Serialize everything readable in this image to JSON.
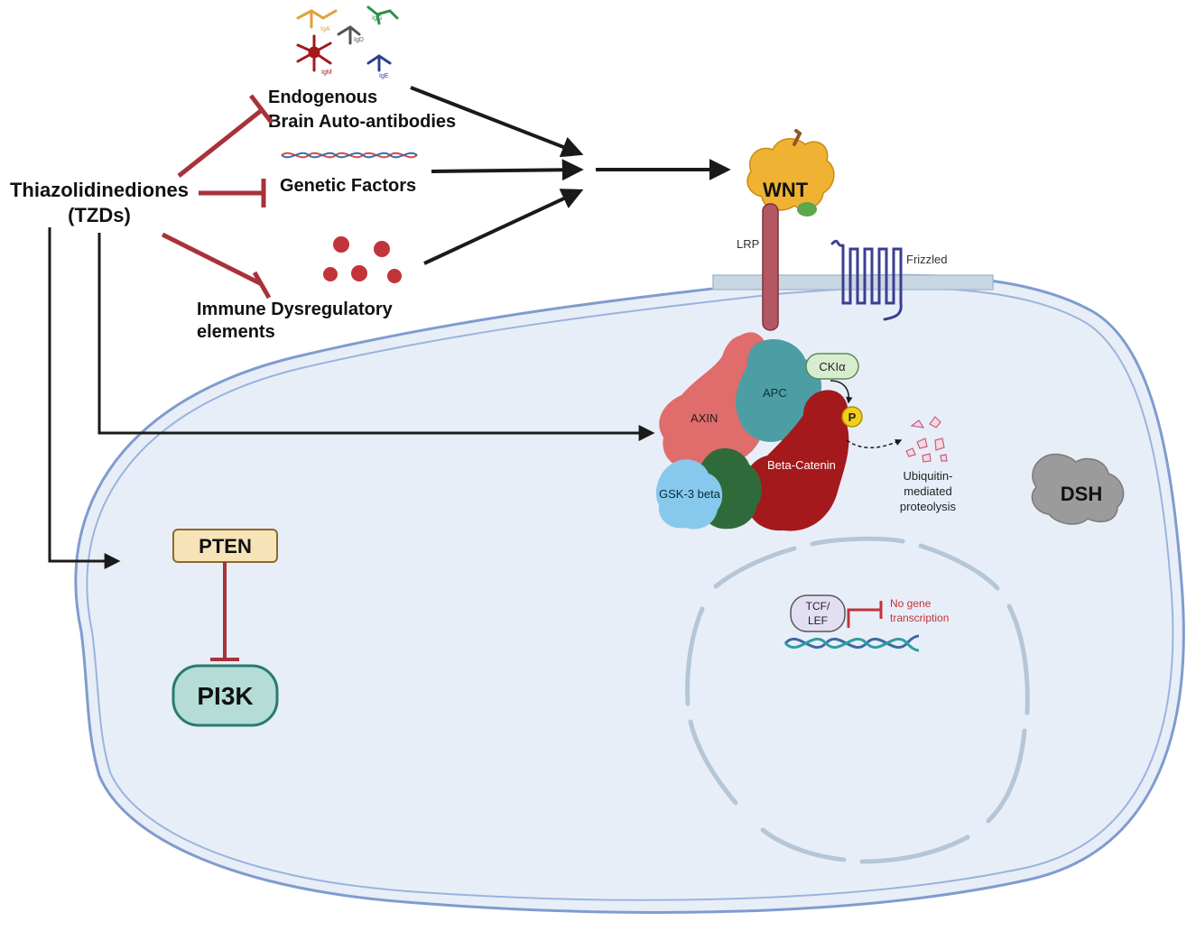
{
  "drug": {
    "line1": "Thiazolidinediones",
    "line2": "(TZDs)"
  },
  "factors": {
    "autoantibodies": {
      "line1": "Endogenous",
      "line2": "Brain Auto-antibodies"
    },
    "genetic": "Genetic Factors",
    "immune": {
      "line1": "Immune Dysregulatory",
      "line2": "elements"
    }
  },
  "antibody_labels": [
    "IgA",
    "IgD",
    "IgG",
    "IgM",
    "IgE"
  ],
  "receptor": {
    "wnt": "WNT",
    "lrp": "LRP",
    "frizzled": "Frizzled"
  },
  "complex": {
    "axin": "AXIN",
    "apc": "APC",
    "ck1a": "CKIα",
    "phospho": "P",
    "beta_catenin": "Beta-Catenin",
    "gsk3b": "GSK-3 beta"
  },
  "ubiquitin": {
    "line1": "Ubiquitin-",
    "line2": "mediated",
    "line3": "proteolysis"
  },
  "dsh": "DSH",
  "pten": "PTEN",
  "pi3k": "PI3K",
  "nucleus": {
    "tcf_line1": "TCF/",
    "tcf_line2": "LEF",
    "no_tx_line1": "No gene",
    "no_tx_line2": "transcription"
  },
  "colors": {
    "inhibit": "#a8323a",
    "activate": "#1a1a1a",
    "cell_fill": "#e8eef8",
    "cell_stroke": "#7f9ccf",
    "pten_fill": "#f6e3b8",
    "pi3k_fill": "#b5ddd6",
    "wnt_gold": "#f0b232",
    "lrp_fill": "#b35862",
    "frizzled": "#3a3f8f",
    "axin": "#e06c6c",
    "apc": "#4c9ea4",
    "beta_catenin": "#a3191c",
    "gsk3b": "#86c9ec",
    "dark_green": "#2f6b3a",
    "ck1a_fill": "#d8ecd0",
    "phospho": "#f3cf1b",
    "dsh": "#9b9b9b",
    "tcf_fill": "#e3dff2",
    "dna_blue": "#3b6aa8",
    "dna_teal": "#2f9ea0",
    "nucleus_stroke": "#b5c6d6"
  }
}
